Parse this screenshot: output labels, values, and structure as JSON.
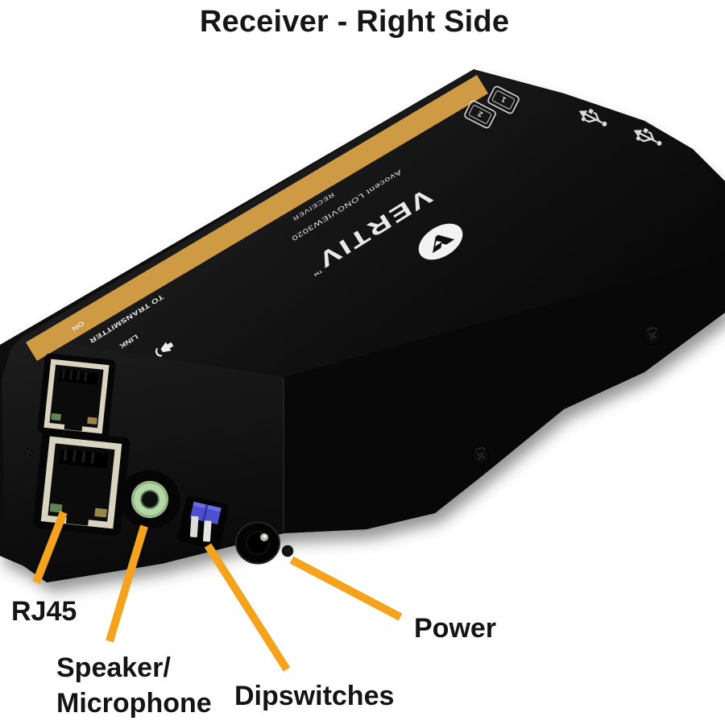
{
  "title": "Receiver - Right Side",
  "device": {
    "brand": "VERTIV",
    "trademark": "™",
    "model": "Avocent LONGVIEW3020",
    "unit_type": "RECEIVER",
    "panel_labels": {
      "to_transmitter": "TO TRANSMITTER",
      "on": "ON",
      "link": "LINK"
    },
    "display_icons": {
      "display1": "1",
      "display2": "2"
    }
  },
  "callouts": {
    "rj45": "RJ45",
    "speaker_line1": "Speaker/",
    "speaker_line2": "Microphone",
    "dipswitches": "Dipswitches",
    "power": "Power"
  },
  "colors": {
    "callout_orange": "#F5A21C",
    "stripe_gold": "#CE9A43",
    "audio_jack_green": "#B5D6A7",
    "dipswitch_blue": "#4E51CE",
    "background": "#FFFFFF"
  }
}
